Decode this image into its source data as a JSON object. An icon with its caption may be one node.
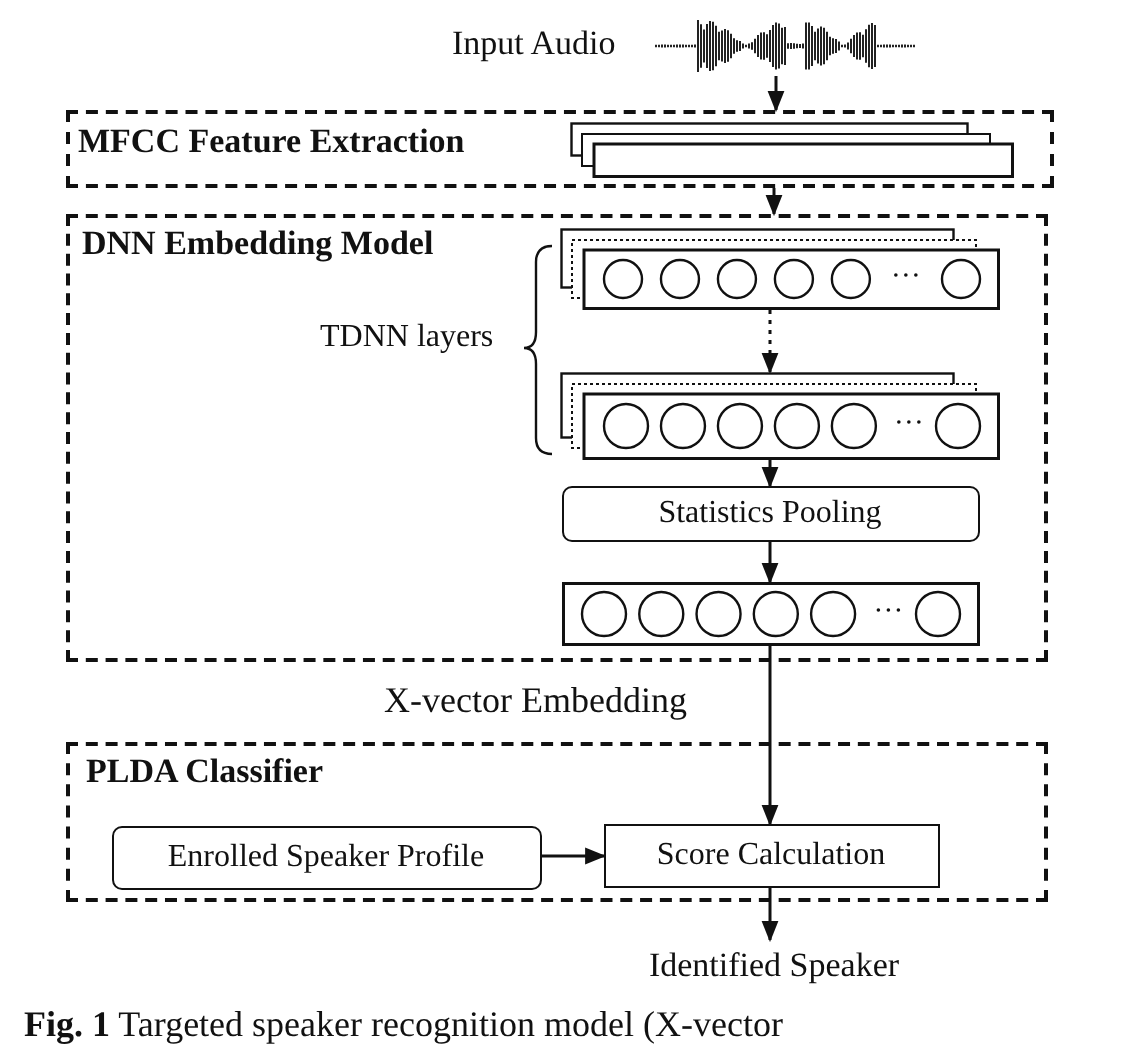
{
  "diagram": {
    "caption": "**Fig. 1** Targeted speaker recognition model (X-vector",
    "nodes": [
      {
        "text": [],
        "shape": "picture",
        "beside": [
          "Input Audio"
        ]
      },
      {
        "text": [
          "MFCC Feature Extraction"
        ]
      },
      {
        "text": [],
        "shape": "box",
        "in": 1
      },
      {
        "text": [
          "DNN Embedding Model"
        ]
      },
      {
        "text": [],
        "shape": "box",
        "in": 3
      },
      {
        "text": [],
        "shape": "box",
        "in": 3
      },
      {
        "text": [
          "Statistics Pooling"
        ],
        "in": 3
      },
      {
        "text": [],
        "shape": "box",
        "in": 3
      },
      {
        "text": [
          "PLDA Classifier"
        ]
      },
      {
        "text": [
          "Enrolled Speaker Profile"
        ],
        "in": 8
      },
      {
        "text": [
          "Score Calculation"
        ],
        "in": 8
      },
      {
        "text": [
          "Identified Speaker"
        ]
      }
    ],
    "edges": [
      {
        "from": 0,
        "to": 1,
        "arrow": "to"
      },
      {
        "from": 1,
        "to": 3,
        "arrow": "to"
      },
      {
        "from": 4,
        "to": 5,
        "arrow": "to",
        "style": "dashed"
      },
      {
        "from": 5,
        "to": 6,
        "arrow": "to"
      },
      {
        "from": 6,
        "to": 7,
        "arrow": "to"
      },
      {
        "from": 7,
        "to": 10,
        "arrow": "to",
        "label": "X-vector Embedding"
      },
      {
        "from": 9,
        "to": 10,
        "arrow": "to"
      },
      {
        "from": 10,
        "to": 11,
        "arrow": "to"
      }
    ],
    "labels": [
      "TDNN layers"
    ]
  }
}
